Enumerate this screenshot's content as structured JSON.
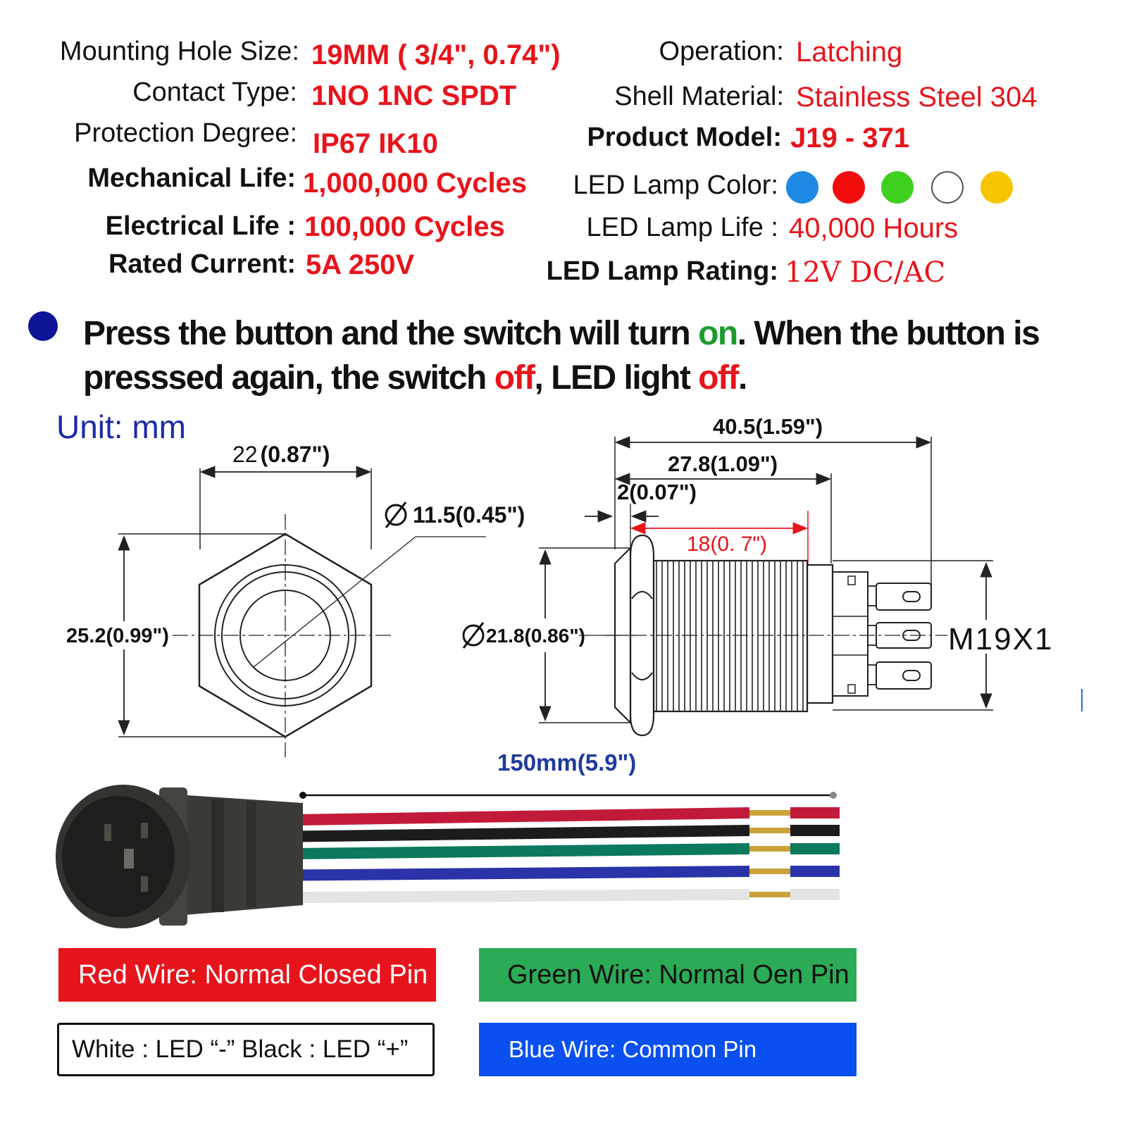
{
  "specs_left": [
    {
      "label": "Mounting Hole  Size:",
      "value": "19MM ( 3/4\", 0.74\")"
    },
    {
      "label": "Contact Type:",
      "value": "1NO  1NC SPDT"
    },
    {
      "label": "Protection  Degree:",
      "value": "IP67  IK10"
    },
    {
      "label": "Mechanical Life:",
      "value": "1,000,000 Cycles"
    },
    {
      "label": "Electrical  Life :",
      "value": "100,000 Cycles"
    },
    {
      "label": "Rated  Current:",
      "value": "5A  250V"
    }
  ],
  "specs_right": [
    {
      "label": "Operation:",
      "value": "Latching"
    },
    {
      "label": "Shell Material:",
      "value": "Stainless Steel 304"
    },
    {
      "label": "Product Model:",
      "value": "J19 - 371"
    },
    {
      "label": "LED Lamp Color:"
    },
    {
      "label": "LED Lamp Life :",
      "value": "40,000 Hours"
    },
    {
      "label": "LED Lamp Rating:",
      "value": "12V  DC/AC"
    }
  ],
  "led_colors": [
    "#1e88e5",
    "#f20d0d",
    "#3fcf1f",
    "#ffffff",
    "#f7c600"
  ],
  "description": {
    "part1": "Press the button and the switch will turn ",
    "on": "on",
    "part2": ". When the button is presssed again, the switch ",
    "off1": "off",
    "part3": ", LED light ",
    "off2": "off",
    "part4": "."
  },
  "diagram": {
    "unit": "Unit: mm",
    "front_width": "22",
    "front_width_in": "(0.87\")",
    "front_height": "25.2(0.99\")",
    "front_diameter": "11.5(0.45\")",
    "side_total": "40.5(1.59\")",
    "side_body": "27.8(1.09\")",
    "side_flange": "2(0.07\")",
    "side_thread": "18(0. 7\")",
    "side_diameter": "21.8(0.86\")",
    "thread_spec": "M19X1",
    "cable_length": "150mm(5.9\")"
  },
  "wire_colors": [
    "#c21a3a",
    "#1c1c1c",
    "#0b7a5c",
    "#2a33a8",
    "#e4e4e4"
  ],
  "legend": {
    "red": "Red Wire: Normal Closed Pin",
    "green": "Green  Wire: Normal Oen Pin",
    "white_black": "White : LED  “-”    Black  :  LED  “+”",
    "blue": "Blue Wire: Common Pin"
  },
  "legend_colors": {
    "red": "#e8141b",
    "green": "#2bab55",
    "blue": "#0a50f0"
  }
}
